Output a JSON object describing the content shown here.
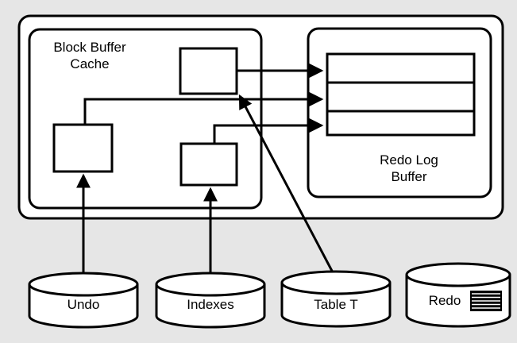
{
  "sga": {
    "block_buffer_cache": {
      "label_line1": "Block Buffer",
      "label_line2": "Cache"
    },
    "redo_log_buffer": {
      "label_line1": "Redo Log",
      "label_line2": "Buffer"
    }
  },
  "datafiles": {
    "undo": "Undo",
    "indexes": "Indexes",
    "table": "Table T",
    "redo": "Redo"
  },
  "colors": {
    "background": "#e6e6e6",
    "box_fill": "#ffffff",
    "stroke": "#000000"
  }
}
